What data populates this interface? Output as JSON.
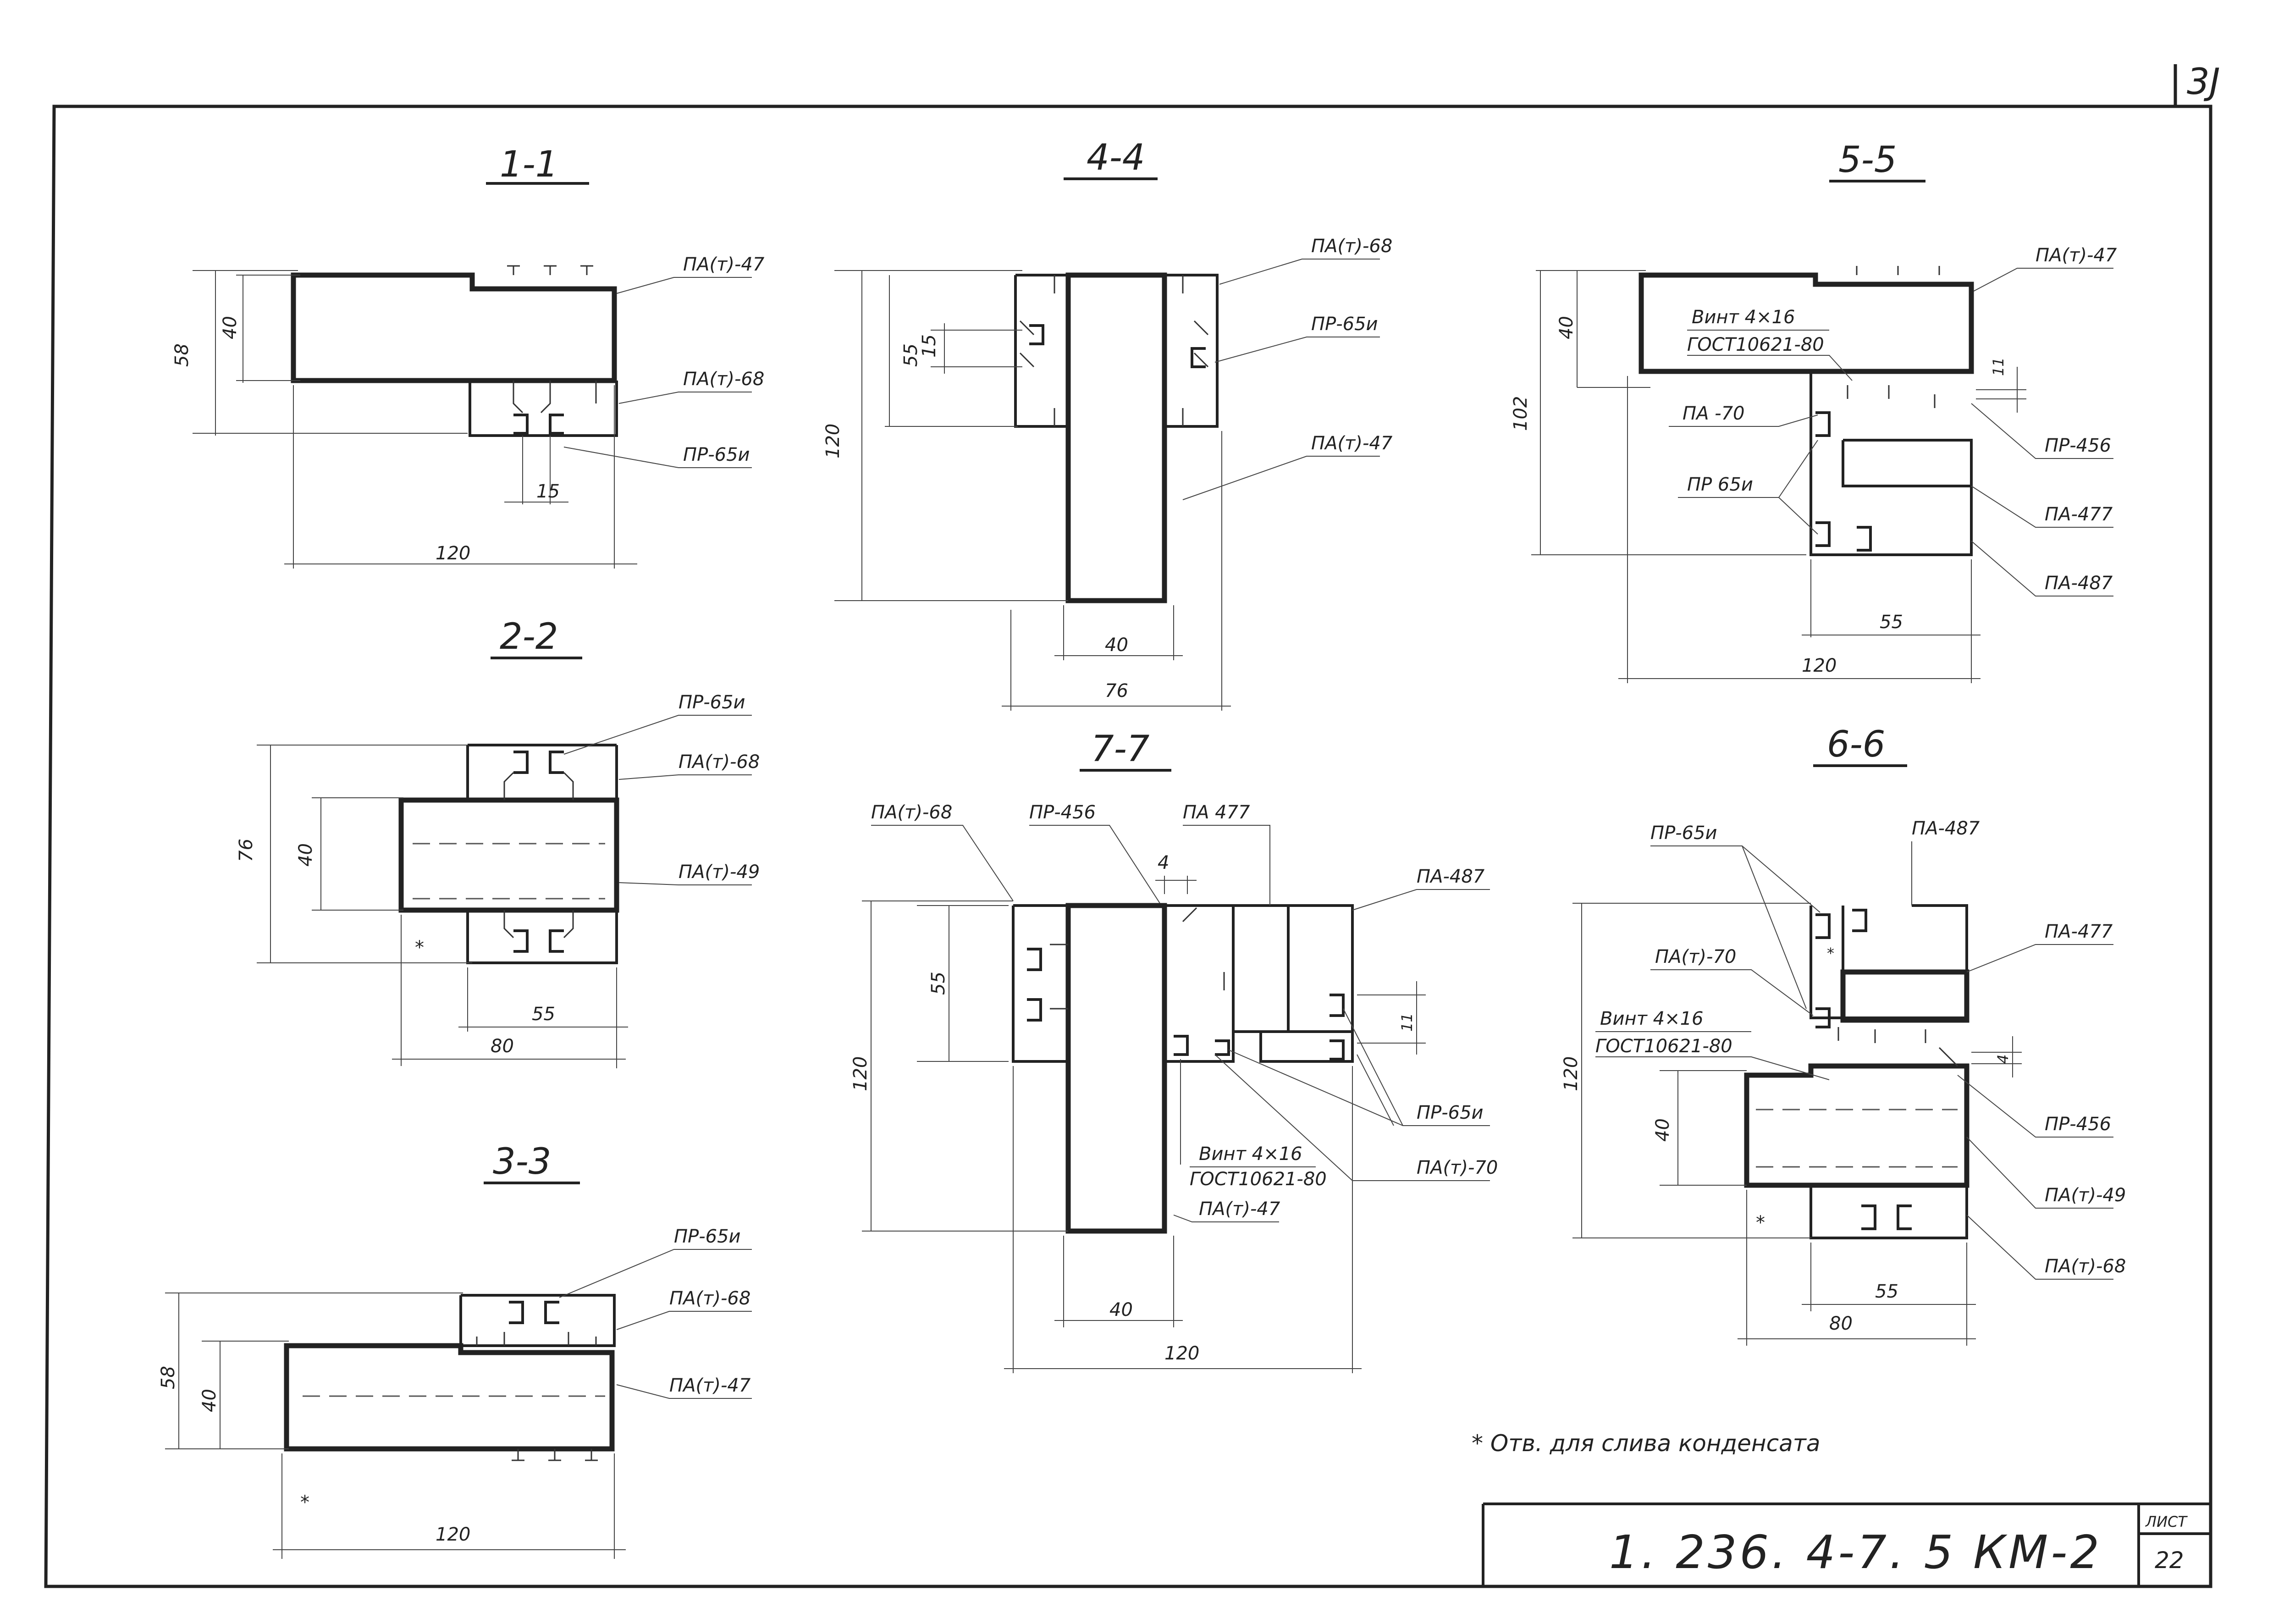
{
  "sheet_corner_number": "3J",
  "sections": {
    "s11": {
      "title": "1-1",
      "labels": [
        "ПА(т)-47",
        "ПА(т)-68",
        "ПР-65и"
      ],
      "dims": {
        "d58": "58",
        "d40": "40",
        "d15": "15",
        "d120": "120"
      }
    },
    "s44": {
      "title": "4-4",
      "labels": [
        "ПА(т)-68",
        "ПР-65и",
        "ПА(т)-47"
      ],
      "dims": {
        "d55": "55",
        "d15": "15",
        "d120": "120",
        "d40": "40",
        "d76": "76"
      }
    },
    "s55": {
      "title": "5-5",
      "labels": [
        "ПА(т)-47",
        "Винт 4×16",
        "ГОСТ10621-80",
        "ПА -70",
        "ПР 65и",
        "ПР-456",
        "ПА-477",
        "ПА-487"
      ],
      "dims": {
        "d40": "40",
        "d102": "102",
        "d11": "11",
        "d55": "55",
        "d120": "120"
      }
    },
    "s22": {
      "title": "2-2",
      "labels": [
        "ПР-65и",
        "ПА(т)-68",
        "ПА(т)-49"
      ],
      "dims": {
        "d76": "76",
        "d40": "40",
        "d55": "55",
        "d80": "80"
      }
    },
    "s77": {
      "title": "7-7",
      "labels": [
        "ПА(т)-68",
        "ПР-456",
        "ПА 477",
        "ПА-487",
        "ПР-65и",
        "ПА(т)-70",
        "Винт 4×16",
        "ГОСТ10621-80",
        "ПА(т)-47"
      ],
      "dims": {
        "d4": "4",
        "d55": "55",
        "d120v": "120",
        "d11": "11",
        "d40": "40",
        "d120h": "120"
      }
    },
    "s66": {
      "title": "6-6",
      "labels": [
        "ПР-65и",
        "ПА-487",
        "ПА-477",
        "ПА(т)-70",
        "Винт 4×16",
        "ГОСТ10621-80",
        "ПР-456",
        "ПА(т)-49",
        "ПА(т)-68"
      ],
      "dims": {
        "d120": "120",
        "d40": "40",
        "d4": "4",
        "d55": "55",
        "d80": "80"
      }
    },
    "s33": {
      "title": "3-3",
      "labels": [
        "ПР-65и",
        "ПА(т)-68",
        "ПА(т)-47"
      ],
      "dims": {
        "d58": "58",
        "d40": "40",
        "d120": "120"
      }
    }
  },
  "drain_marker": "*",
  "footnote": "* Отв. для слива конденсата",
  "stamp": {
    "code": "1. 236. 4-7. 5 КМ-2",
    "sheet_label": "ЛИСТ",
    "sheet_number": "22"
  }
}
